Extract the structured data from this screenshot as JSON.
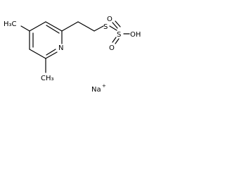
{
  "molecule": {
    "atoms": {
      "ring_nitrogen": "N",
      "sulfur_thio": "S",
      "sulfur_sulfonyl": "S",
      "oxygen_top": "O",
      "oxygen_bottom": "O",
      "hydroxyl": "OH",
      "methyl_top": "H₃C",
      "methyl_bottom": "CH₃"
    },
    "counterion": {
      "symbol": "Na",
      "charge": "+"
    }
  },
  "colors": {
    "bond": "#000000",
    "text": "#000000",
    "background": "#ffffff"
  }
}
